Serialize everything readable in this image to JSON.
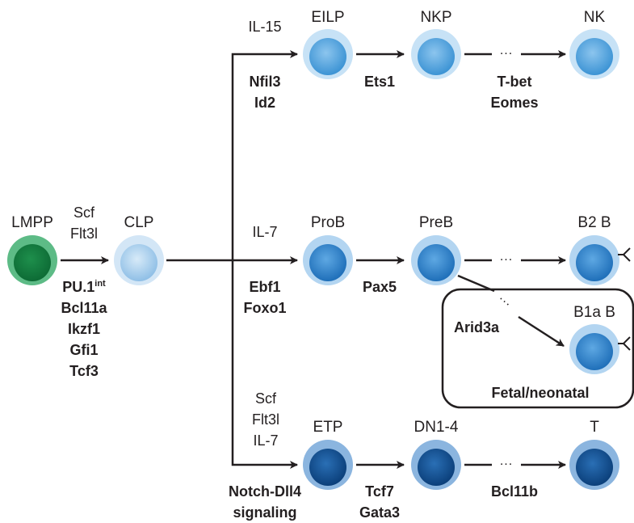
{
  "cells": {
    "lmpp": "LMPP",
    "clp": "CLP",
    "eilp": "EILP",
    "nkp": "NKP",
    "nk": "NK",
    "prob": "ProB",
    "preb": "PreB",
    "b2b": "B2 B",
    "b1ab": "B1a B",
    "etp": "ETP",
    "dn14": "DN1-4",
    "t": "T"
  },
  "signals": {
    "lmpp_to_clp": [
      "Scf",
      "Flt3l"
    ],
    "nk_branch": "IL-15",
    "b_branch": "IL-7",
    "t_branch": [
      "Scf",
      "Flt3l",
      "IL-7"
    ]
  },
  "factors": {
    "lmpp_to_clp": {
      "pu1": "PU.1",
      "pu1_sup": "int",
      "rest": [
        "Bcl11a",
        "Ikzf1",
        "Gfi1",
        "Tcf3"
      ]
    },
    "clp_to_eilp": [
      "Nfil3",
      "Id2"
    ],
    "eilp_to_nkp": [
      "Ets1"
    ],
    "nkp_to_nk": [
      "T-bet",
      "Eomes"
    ],
    "clp_to_prob": [
      "Ebf1",
      "Foxo1"
    ],
    "prob_to_preb": [
      "Pax5"
    ],
    "preb_to_b1a": [
      "Arid3a"
    ],
    "clp_to_etp": [
      "Notch-Dll4",
      "signaling"
    ],
    "etp_to_dn": [
      "Tcf7",
      "Gata3"
    ],
    "dn_to_t": [
      "Bcl11b"
    ]
  },
  "box_label": "Fetal/neonatal",
  "ellipsis": "...",
  "colors": {
    "lmpp": "#1a9a55",
    "clp": "#a9cfee",
    "nk_lineage": "#5aa9e0",
    "b_lineage": "#2f84cc",
    "t_lineage": "#15559a",
    "arrow": "#231f20"
  }
}
